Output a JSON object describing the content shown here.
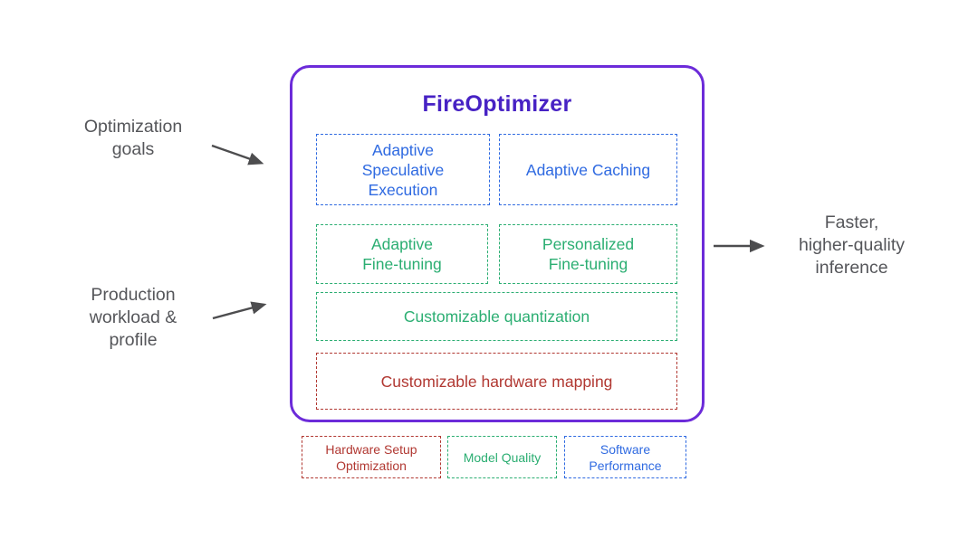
{
  "colors": {
    "container_border": "#6c2bd9",
    "title": "#4722c4",
    "software_performance": "#2f6ae1",
    "model_quality": "#2bae72",
    "hardware_setup_optimization": "#b13832",
    "annotation_text": "#55565a",
    "arrow": "#4d4d4f"
  },
  "fireoptimizer": {
    "title": "FireOptimizer",
    "modules": [
      {
        "label": "Adaptive\nSpeculative\nExecution",
        "category": "software-performance"
      },
      {
        "label": "Adaptive Caching",
        "category": "software-performance"
      },
      {
        "label": "Adaptive\nFine-tuning",
        "category": "model-quality"
      },
      {
        "label": "Personalized\nFine-tuning",
        "category": "model-quality"
      },
      {
        "label": "Customizable quantization",
        "category": "model-quality"
      },
      {
        "label": "Customizable hardware mapping",
        "category": "hardware-setup-optimization"
      }
    ]
  },
  "left_annotations": [
    {
      "label": "Optimization\ngoals"
    },
    {
      "label": "Production\nworkload &\nprofile"
    }
  ],
  "output_annotation": {
    "label": "Faster,\nhigher-quality\ninference"
  },
  "legend": [
    {
      "label": "Hardware Setup\nOptimization",
      "category": "hardware-setup-optimization"
    },
    {
      "label": "Model Quality",
      "category": "model-quality"
    },
    {
      "label": "Software\nPerformance",
      "category": "software-performance"
    }
  ]
}
